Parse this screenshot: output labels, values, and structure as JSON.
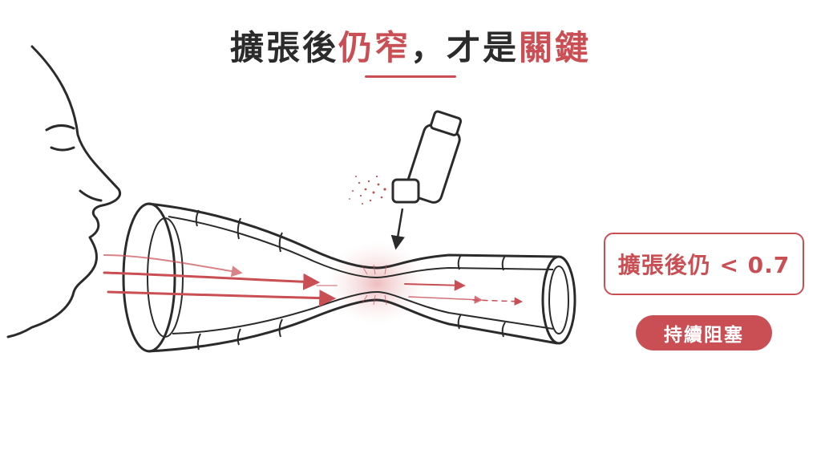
{
  "title": {
    "part1": "擴張後",
    "part2": "仍窄",
    "part3": "，才是",
    "part4": "關鍵"
  },
  "ratio_label": "擴張後仍 < 0.7",
  "obstruction_label": "持續阻塞",
  "icons": [
    "person-profile-icon",
    "inhaler-icon",
    "airway-tube-icon",
    "airflow-arrow-icon"
  ],
  "colors": {
    "accent": "#c94f55",
    "ink": "#2b2b2b"
  }
}
